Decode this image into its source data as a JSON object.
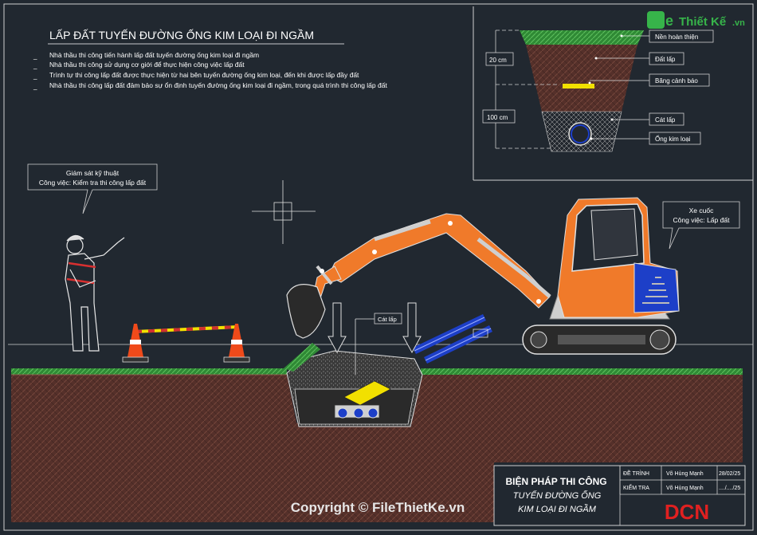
{
  "title": "LẤP ĐẤT TUYẾN ĐƯỜNG ỐNG KIM LOẠI ĐI NGẦM",
  "notes": [
    "Nhà thầu thi công tiến hành lấp đất tuyến đường ống kim loại đi ngầm",
    "Nhà thầu thi công sử dụng cơ giới để thực hiện công việc lấp đất",
    "Trình tự thi công lấp đất được thực hiện từ hai bên tuyến đường ống kim loại, đến khi được lấp đầy đất",
    "Nhà thầu thi công lấp đất đảm bảo sự ổn định tuyến đường ống kim loại đi ngầm, trong quá trình thi công lấp đất"
  ],
  "supervisor": {
    "role": "Giám sát kỹ thuật",
    "task": "Công việc: Kiểm tra thi công lấp đất"
  },
  "excavator": {
    "name": "Xe cuốc",
    "task": "Công việc: Lấp đất"
  },
  "trench_label": "Cát lấp",
  "section": {
    "dim_top": "20 cm",
    "dim_bottom": "100 cm",
    "labels": [
      "Nền hoàn thiện",
      "Đất lấp",
      "Băng cảnh báo",
      "Cát lấp",
      "Ống kim loại"
    ]
  },
  "title_block": {
    "line1": "BIỆN PHÁP THI CÔNG",
    "line2": "TUYẾN ĐƯỜNG ỐNG",
    "line3": "KIM LOẠI ĐI NGẦM",
    "rows": [
      {
        "label": "ĐỀ TRÌNH",
        "name": "Võ Hùng Mạnh",
        "date": "28/02/25"
      },
      {
        "label": "KIỂM TRA",
        "name": "Võ Hùng Mạnh",
        "date": "..../..../25"
      }
    ],
    "logo": "DCN"
  },
  "watermark": {
    "brand_a": "File",
    "brand_b": "Thiết Kế",
    "brand_c": ".vn",
    "copyright": "Copyright © FileThietKe.vn"
  },
  "colors": {
    "background": "#212830",
    "excavator": "#f07a2a",
    "cabin_blue": "#1d3fc8",
    "grass": "#3fa03f",
    "soil": "#5a2f25",
    "warning_tape": "#f2e000",
    "logo_red": "#e02020",
    "watermark_green": "#37b44a"
  }
}
